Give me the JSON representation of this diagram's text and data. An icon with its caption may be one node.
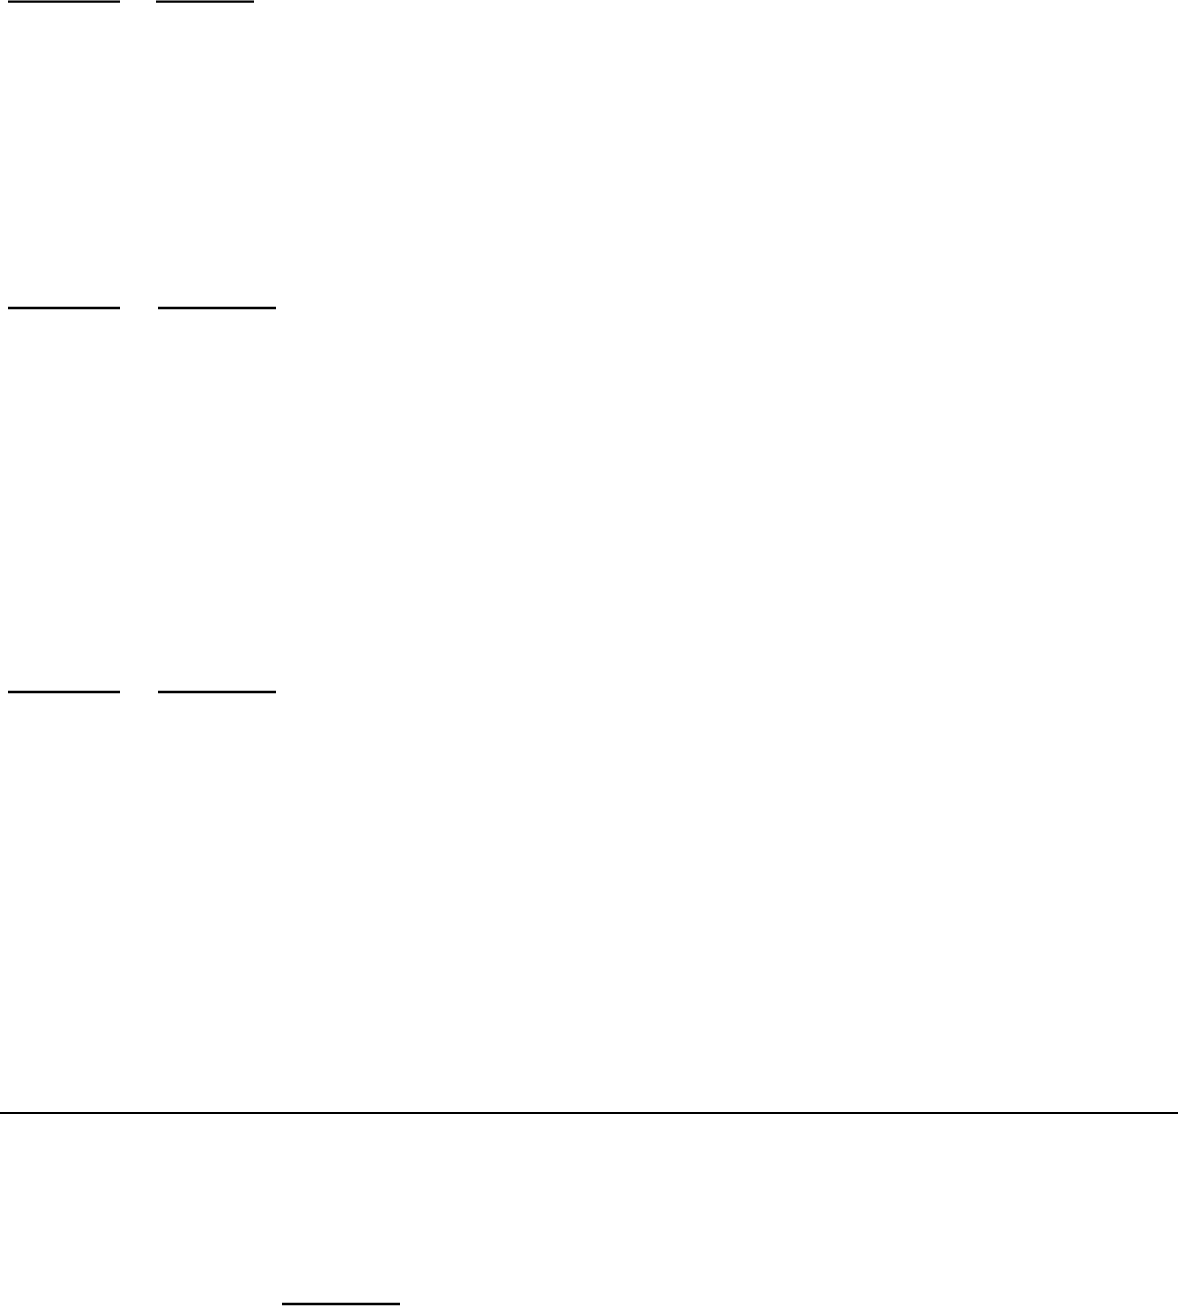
{
  "diagram": {
    "nodes": [
      {
        "text": [],
        "shape": "line"
      },
      {
        "text": [],
        "shape": "line"
      },
      {
        "text": [],
        "shape": "line"
      },
      {
        "text": [],
        "shape": "line"
      },
      {
        "text": [],
        "shape": "line"
      },
      {
        "text": [],
        "shape": "line"
      },
      {
        "text": [],
        "shape": "line"
      }
    ]
  }
}
